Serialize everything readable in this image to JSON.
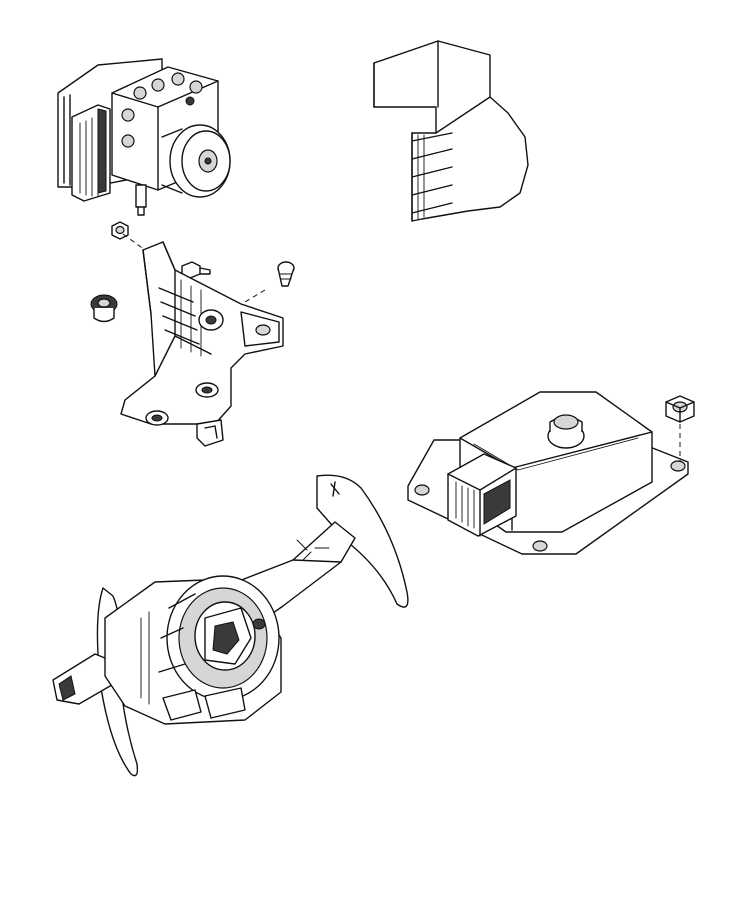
{
  "page": {
    "background": "#ffffff",
    "line_color": "#111111"
  },
  "parts": [
    {
      "id": "abs-hydraulic-unit",
      "icon": "abs-module-icon"
    },
    {
      "id": "insulator-detail",
      "icon": "insulator-icon"
    },
    {
      "id": "abs-mounting-bracket",
      "icon": "bracket-icon"
    },
    {
      "id": "grommet",
      "icon": "grommet-icon"
    },
    {
      "id": "hex-nut-upper",
      "icon": "nut-icon"
    },
    {
      "id": "bolt",
      "icon": "bolt-icon"
    },
    {
      "id": "stud",
      "icon": "stud-icon"
    },
    {
      "id": "control-module",
      "icon": "ecu-icon"
    },
    {
      "id": "hex-nut-module",
      "icon": "nut-icon"
    },
    {
      "id": "clockspring-paddle-shifters",
      "icon": "clockspring-icon"
    }
  ]
}
